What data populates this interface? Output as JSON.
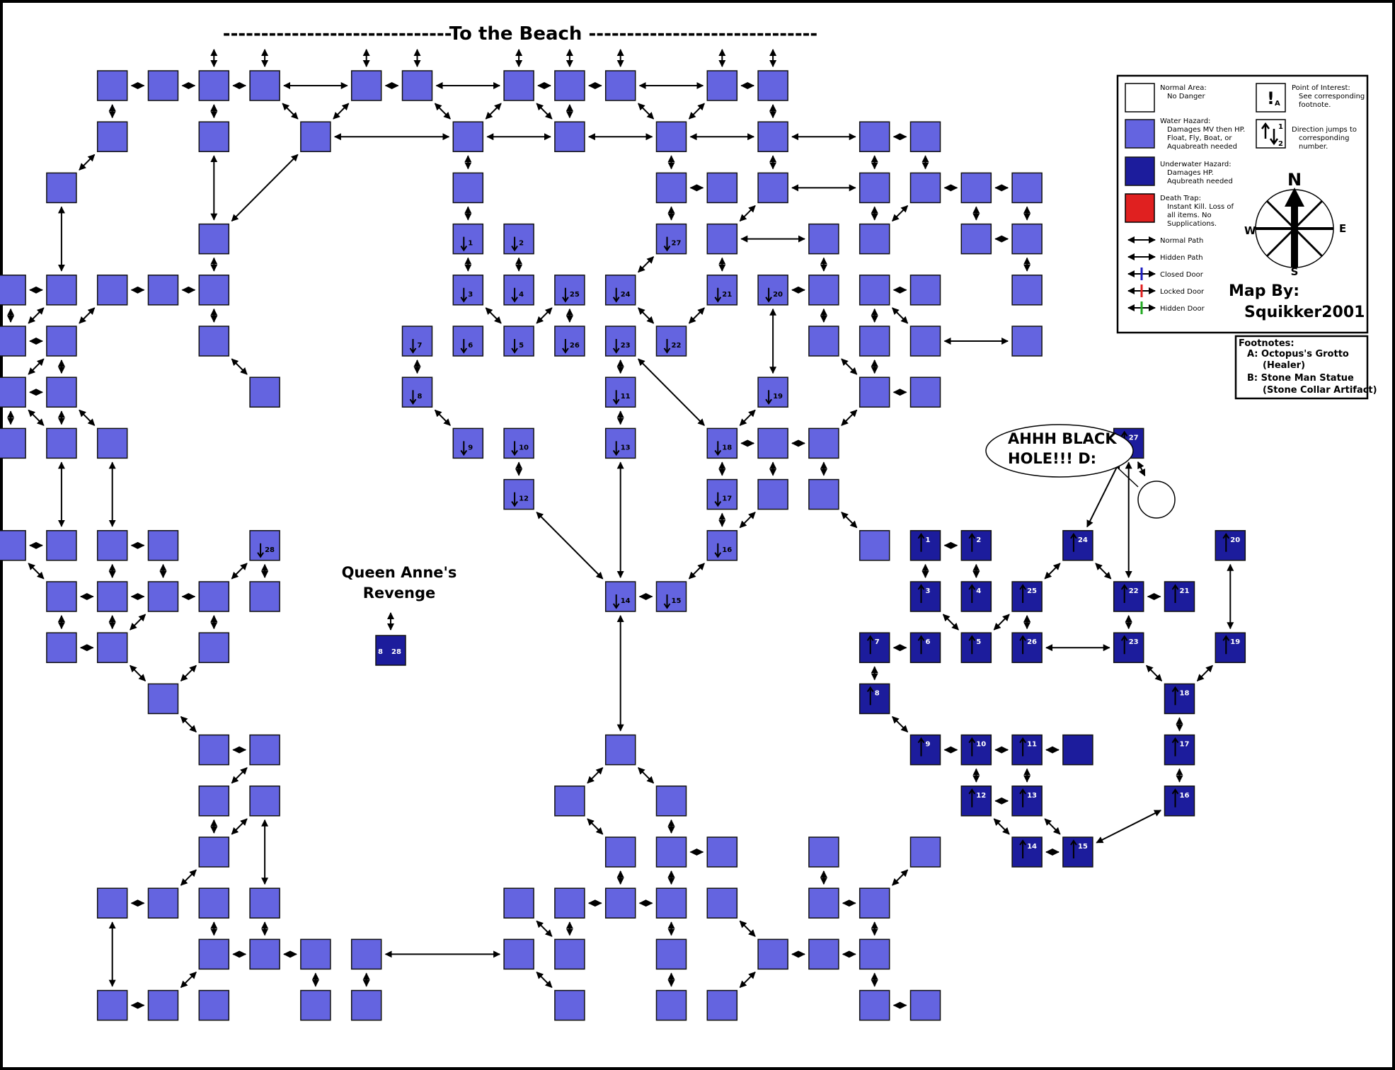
{
  "title": "------------------------------To the Beach ------------------------------",
  "ship_label": [
    "Queen Anne's",
    "Revenge"
  ],
  "speech": [
    "AHHH BLACK",
    "HOLE!!! D:"
  ],
  "credit": [
    "Map By:",
    "Squikker2001"
  ],
  "legend": {
    "normal": [
      "Normal Area:",
      "No Danger"
    ],
    "water": [
      "Water Hazard:",
      "Damages MV then HP.",
      "Float, Fly, Boat, or",
      "Aquabreath needed"
    ],
    "under": [
      "Underwater Hazard:",
      "Damages HP.",
      "Aqubreath needed"
    ],
    "death": [
      "Death Trap:",
      "Instant Kill. Loss of",
      "all items. No",
      "Supplications."
    ],
    "paths": [
      "Normal Path",
      "Hidden Path",
      "Closed Door",
      "Locked Door",
      "Hidden Door"
    ],
    "poi": [
      "Point of Interest:",
      "See corresponding",
      "footnote."
    ],
    "jump": [
      "Direction jumps to",
      "corresponding",
      "number."
    ],
    "poi_letter": "A",
    "jump_nums": [
      "1",
      "2"
    ]
  },
  "compass": {
    "n": "N",
    "s": "S",
    "e": "E",
    "w": "W"
  },
  "footnotes": {
    "title": "Footnotes:",
    "a": [
      "A: Octopus's Grotto",
      "(Healer)"
    ],
    "b": [
      "B: Stone Man Statue",
      "(Stone Collar Artifact)"
    ]
  },
  "colors": {
    "water": "#6464e0",
    "underwater": "#1c1c9c",
    "death": "#e02020",
    "hidden_path": "#22aa22",
    "closed_door": "#1c1cc0",
    "locked_door": "#e02020",
    "hidden_door": "#22aa22"
  },
  "icons": [
    "compass-rose-icon",
    "double-arrow-icon",
    "down-arrow-icon",
    "up-arrow-icon",
    "exclamation-icon"
  ],
  "room_numbers": {
    "upper": [
      "1",
      "2",
      "3",
      "4",
      "5",
      "6",
      "7",
      "8",
      "9",
      "10",
      "11",
      "12",
      "13",
      "14",
      "15",
      "16",
      "17",
      "18",
      "19",
      "20",
      "21",
      "22",
      "23",
      "24",
      "25",
      "26",
      "27",
      "28"
    ],
    "lower": [
      "1",
      "2",
      "3",
      "4",
      "5",
      "6",
      "7",
      "8",
      "9",
      "10",
      "11",
      "12",
      "13",
      "14",
      "15",
      "16",
      "17",
      "18",
      "19",
      "20",
      "21",
      "22",
      "23",
      "24",
      "25",
      "26",
      "27"
    ],
    "ship": [
      "8",
      "28"
    ]
  }
}
